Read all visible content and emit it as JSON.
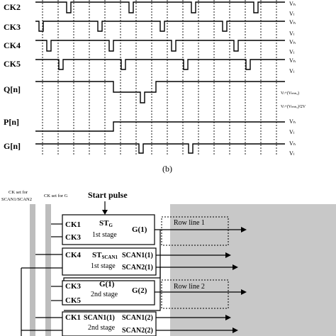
{
  "timing": {
    "signals": [
      {
        "label": "CK2",
        "high_label": "Vₕ",
        "low_label": "Vₗ"
      },
      {
        "label": "CK3",
        "high_label": "Vₕ",
        "low_label": "Vₗ"
      },
      {
        "label": "CK4",
        "high_label": "Vₕ",
        "low_label": "Vₗ"
      },
      {
        "label": "CK5",
        "high_label": "Vₕ",
        "low_label": "Vₗ"
      },
      {
        "label": "Q[n]",
        "level1_label": "Vₗ+(Vₕₕₕₐ)",
        "level2_label": "Vₗ+(Vₕₕₕₐ)²2V"
      },
      {
        "label": "P[n]",
        "high_label": "Vₕ",
        "low_label": "Vₗ"
      },
      {
        "label": "G[n]",
        "high_label": "Vₕ",
        "low_label": "Vₗ"
      }
    ],
    "caption": "(b)"
  },
  "schematic": {
    "ck_set_scan_label_line1": "CK set for",
    "ck_set_scan_label_line2": "SCAN1/SCAN2",
    "ck_set_g_label": "CK set for G",
    "start_pulse": "Start pulse",
    "stage1": {
      "in1": "CK1",
      "in2": "CK3",
      "title": "ST",
      "title_sub": "G",
      "stage": "1st stage",
      "out": "G(1)"
    },
    "stage2": {
      "in1": "CK4",
      "title": "ST",
      "title_sub": "SCAN1",
      "stage": "1st stage",
      "out1": "SCAN1(1)",
      "out2": "SCAN2(1)"
    },
    "stage3": {
      "in1": "CK3",
      "in2": "CK5",
      "title": "G(1)",
      "stage": "2nd stage",
      "out": "G(2)"
    },
    "stage4": {
      "in1": "CK1",
      "title": "SCAN1(1)",
      "stage": "2nd stage",
      "out1": "SCAN1(2)",
      "out2": "SCAN2(2)"
    },
    "row_line_1": "Row line 1",
    "row_line_2": "Row line 2"
  }
}
